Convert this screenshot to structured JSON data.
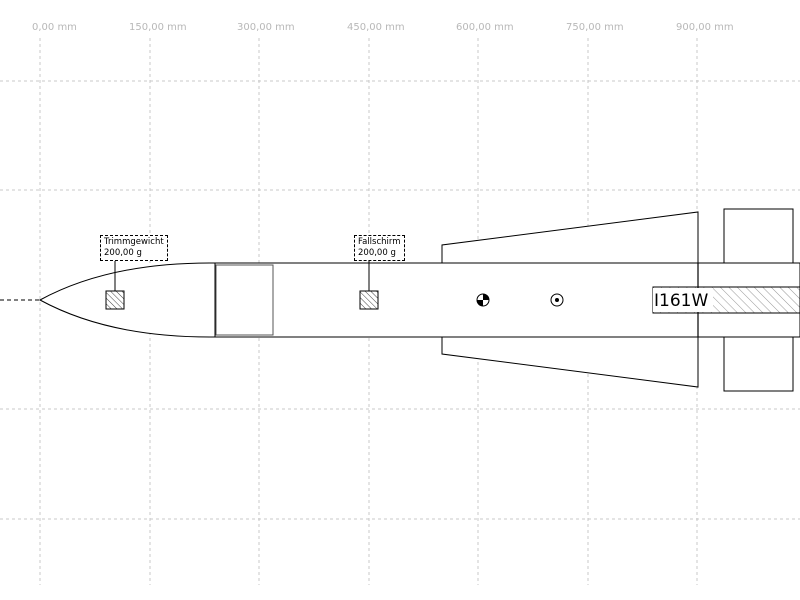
{
  "ruler": {
    "unit_labels": [
      "0,00 mm",
      "150,00 mm",
      "300,00 mm",
      "450,00 mm",
      "600,00 mm",
      "750,00 mm",
      "900,00 mm"
    ]
  },
  "components": {
    "trim_weight": {
      "name": "Trimmgewicht",
      "mass": "200,00 g"
    },
    "parachute": {
      "name": "Fallschirm",
      "mass": "200,00 g"
    },
    "motor": {
      "designation": "I161W"
    }
  },
  "colors": {
    "grid": "#c8c8c8",
    "outline": "#000000",
    "hatch": "#555555",
    "motor_hatch": "#888888"
  },
  "icons": {
    "center_of_gravity": "cg-icon",
    "center_of_pressure": "cp-icon"
  }
}
